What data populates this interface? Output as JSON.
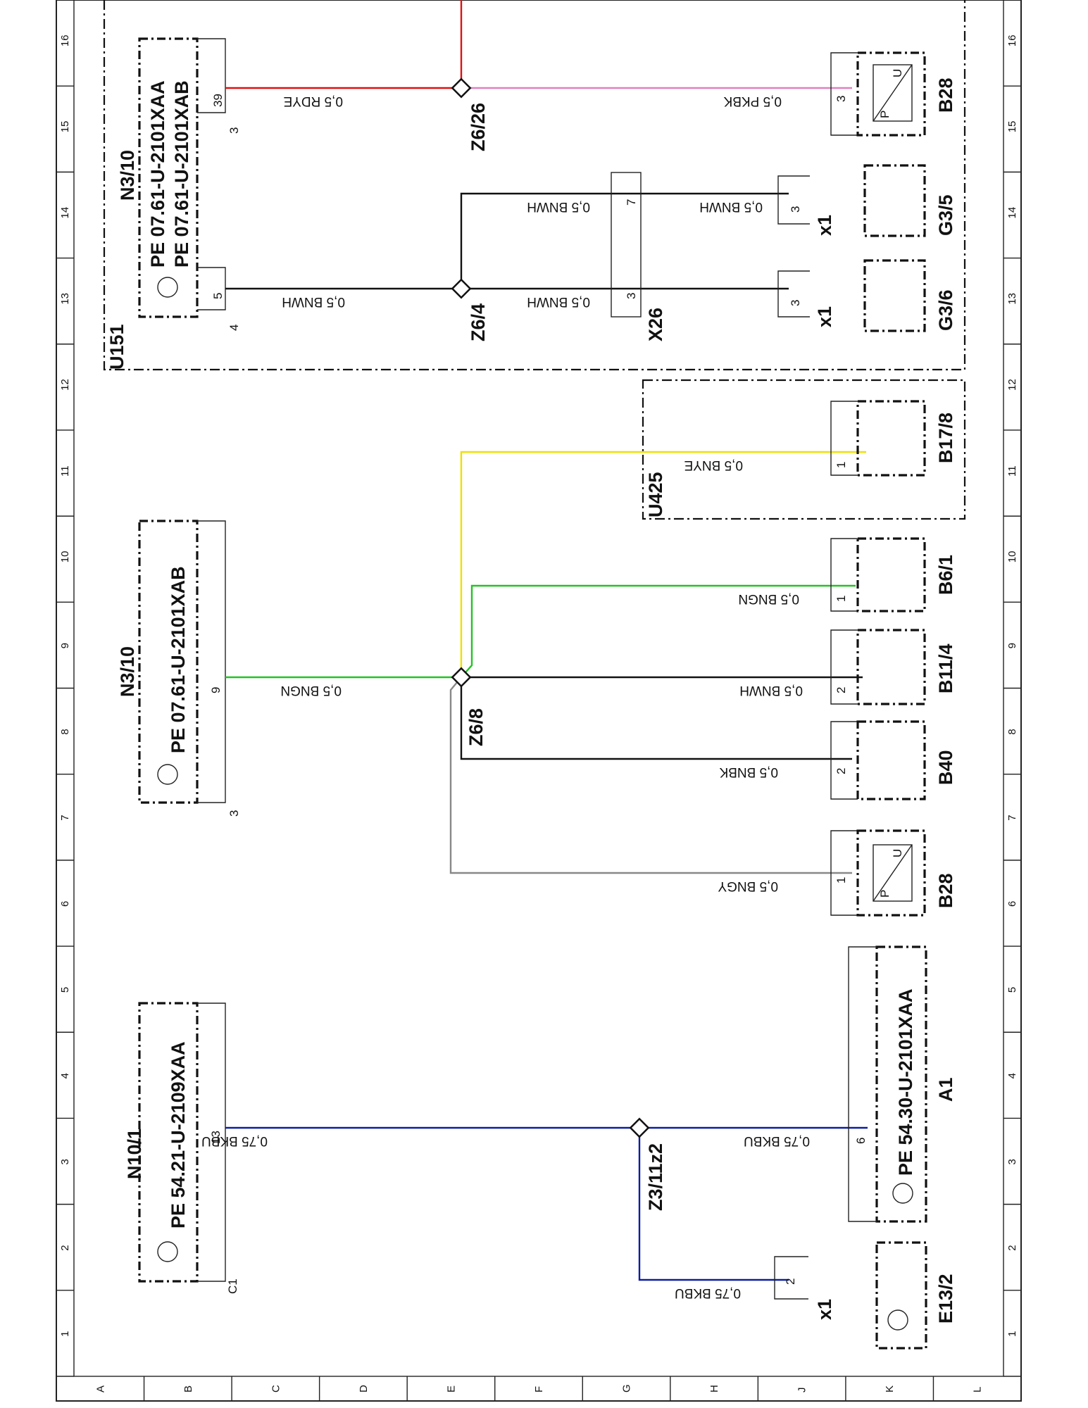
{
  "grid": {
    "columns": [
      "1",
      "2",
      "3",
      "4",
      "5",
      "6",
      "7",
      "8",
      "9",
      "10",
      "11",
      "12",
      "13",
      "14",
      "15",
      "16"
    ],
    "rows": [
      "A",
      "B",
      "C",
      "D",
      "E",
      "F",
      "G",
      "H",
      "J",
      "K",
      "L"
    ]
  },
  "components": {
    "N10_1": {
      "id": "N10/1",
      "pe": "PE 54.21-U-2109XAA",
      "pins": [
        "13",
        "C1"
      ]
    },
    "N3_10a": {
      "id": "N3/10",
      "pe": "PE 07.61-U-2101XAB",
      "pins": [
        "9",
        "3"
      ]
    },
    "N3_10b": {
      "id": "N3/10",
      "pe1": "PE 07.61-U-2101XAA",
      "pe2": "PE 07.61-U-2101XAB",
      "pins": [
        "5",
        "4",
        "39",
        "3"
      ]
    },
    "U151": {
      "id": "U151"
    },
    "U425": {
      "id": "U425"
    },
    "A1": {
      "id": "A1",
      "pe": "PE 54.30-U-2101XAA",
      "pin": "6"
    },
    "E13_2": {
      "id": "E13/2"
    },
    "x1a": {
      "id": "x1",
      "pin": "2"
    },
    "B28a": {
      "id": "B28",
      "pin": "1"
    },
    "B40": {
      "id": "B40",
      "pin": "2"
    },
    "B11_4": {
      "id": "B11/4",
      "pin": "2"
    },
    "B6_1": {
      "id": "B6/1",
      "pin": "1"
    },
    "B17_8": {
      "id": "B17/8",
      "pin": "1"
    },
    "G3_6": {
      "id": "G3/6"
    },
    "G3_5": {
      "id": "G3/5"
    },
    "x1b": {
      "id": "x1",
      "pin": "3"
    },
    "x1c": {
      "id": "x1",
      "pin": "3"
    },
    "X26": {
      "id": "X26",
      "pins": [
        "3",
        "7"
      ]
    },
    "B28b": {
      "id": "B28",
      "pin": "3"
    },
    "Z3_11z2": {
      "id": "Z3/11z2"
    },
    "Z6_8": {
      "id": "Z6/8"
    },
    "Z6_4": {
      "id": "Z6/4"
    },
    "Z6_26": {
      "id": "Z6/26"
    }
  },
  "symbols": {
    "PU": "P",
    "PU2": "U"
  },
  "wires": {
    "w_bkbu1": {
      "label": "0,75 BKBU",
      "color": "#0a1ea0"
    },
    "w_bkbu2": {
      "label": "0,75 BKBU",
      "color": "#0a1ea0"
    },
    "w_bkbu3": {
      "label": "0,75 BKBU",
      "color": "#0a1ea0"
    },
    "w_bngn1": {
      "label": "0,5 BNGN",
      "color": "#22c422"
    },
    "w_bngy": {
      "label": "0,5 BNGY",
      "color": "#888888"
    },
    "w_bnbk": {
      "label": "0,5 BNBK",
      "color": "#111111"
    },
    "w_bnwh1": {
      "label": "0,5 BNWH",
      "color": "#111111"
    },
    "w_bngn2": {
      "label": "0,5 BNGN",
      "color": "#22c422"
    },
    "w_bnye": {
      "label": "0,5 BNYE",
      "color": "#f0e000"
    },
    "w_bnwh2": {
      "label": "0,5 BNWH",
      "color": "#111111"
    },
    "w_bnwh3": {
      "label": "0,5 BNWH",
      "color": "#111111"
    },
    "w_bnwh4": {
      "label": "0,5 BNWH",
      "color": "#111111"
    },
    "w_bnwh5": {
      "label": "0,5 BNWH",
      "color": "#111111"
    },
    "w_rdye": {
      "label": "0,5 RDYE",
      "color": "#e01010"
    },
    "w_pkbk": {
      "label": "0,5 PKBK",
      "color": "#e080c0"
    },
    "w_brown": {
      "color": "#c8a070"
    }
  }
}
